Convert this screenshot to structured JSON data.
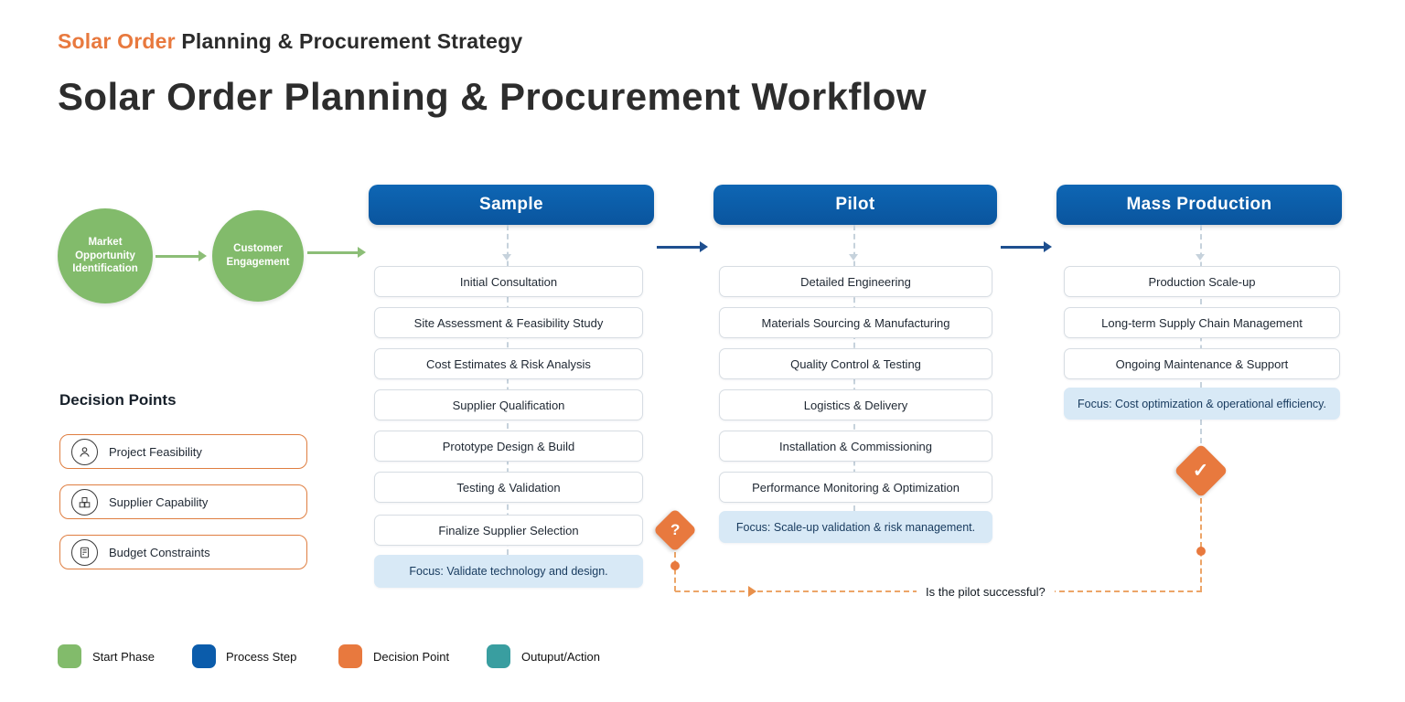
{
  "page": {
    "brand": "Solar Order",
    "brand_suffix": "Planning & Procurement Strategy",
    "title": "Solar Order Planning & Procurement Workflow"
  },
  "start_nodes": [
    {
      "label": "Market Opportunity Identification",
      "color": "#82BB6B"
    },
    {
      "label": "Customer Engagement",
      "color": "#82BB6B"
    }
  ],
  "columns": [
    {
      "title": "Sample",
      "steps": [
        "Initial Consultation",
        "Site Assessment & Feasibility Study",
        "Cost Estimates & Risk Analysis",
        "Supplier Qualification",
        "Prototype Design & Build",
        "Testing & Validation",
        "Finalize Supplier Selection"
      ],
      "focus": "Focus: Validate technology and design."
    },
    {
      "title": "Pilot",
      "steps": [
        "Detailed Engineering",
        "Materials Sourcing & Manufacturing",
        "Quality Control & Testing",
        "Logistics & Delivery",
        "Installation & Commissioning",
        "Performance Monitoring & Optimization"
      ],
      "focus": "Focus: Scale-up validation & risk management."
    },
    {
      "title": "Mass Production",
      "steps": [
        "Production Scale-up",
        "Long-term Supply Chain Management",
        "Ongoing Maintenance & Support"
      ],
      "focus": "Focus: Cost optimization & operational efficiency."
    }
  ],
  "decision_points": {
    "title": "Decision Points",
    "items": [
      {
        "label": "Project Feasibility",
        "icon": "person-icon"
      },
      {
        "label": "Supplier Capability",
        "icon": "packages-icon"
      },
      {
        "label": "Budget Constraints",
        "icon": "calculator-icon"
      }
    ]
  },
  "flow": {
    "question_mark": "?",
    "check_mark": "✓",
    "question_label": "Is the pilot successful?"
  },
  "legend": {
    "items": [
      {
        "label": "Start Phase",
        "color": "#82BB6B"
      },
      {
        "label": "Process Step",
        "color": "#0B5CAB"
      },
      {
        "label": "Decision Point",
        "color": "#E8793E"
      },
      {
        "label": "Outuput/Action",
        "color": "#399EA0"
      }
    ]
  },
  "colors": {
    "accent_orange": "#E8793E",
    "header_blue": "#0B5CAB",
    "start_green": "#82BB6B",
    "output_teal": "#399EA0",
    "focus_bg": "#D8E9F6"
  }
}
